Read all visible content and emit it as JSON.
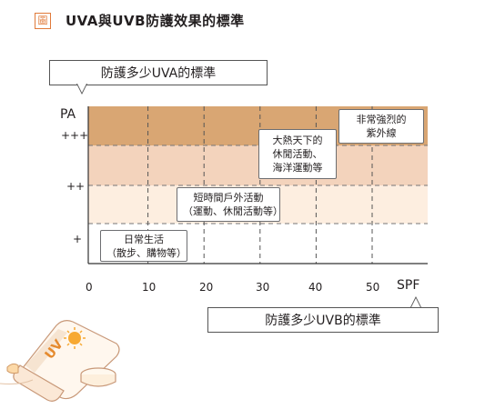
{
  "figure": {
    "label": "圖",
    "title": "UVA與UVB防護效果的標準"
  },
  "callouts": {
    "uva": "防護多少UVA的標準",
    "uvb": "防護多少UVB的標準"
  },
  "axes": {
    "y_name": "PA",
    "y_levels": [
      "+++",
      "++",
      "+"
    ],
    "x_name": "SPF",
    "x_ticks": [
      "0",
      "10",
      "20",
      "30",
      "40",
      "50"
    ]
  },
  "zones": [
    {
      "level": "+",
      "color": "#ffffff"
    },
    {
      "level": "++",
      "color": "#fdeee0"
    },
    {
      "level": "+++",
      "color": "#f3d3bc"
    },
    {
      "level": "top",
      "color": "#d9a673"
    }
  ],
  "activities": [
    {
      "lines": [
        "日常生活",
        "（散步、購物等）"
      ]
    },
    {
      "lines": [
        "短時間戶外活動",
        "（運動、休閒活動等）"
      ]
    },
    {
      "lines": [
        "大熱天下的",
        "休閒活動、",
        "海洋運動等"
      ]
    },
    {
      "lines": [
        "非常強烈的",
        "紫外線"
      ]
    }
  ],
  "product": {
    "brand_text": "UV"
  }
}
